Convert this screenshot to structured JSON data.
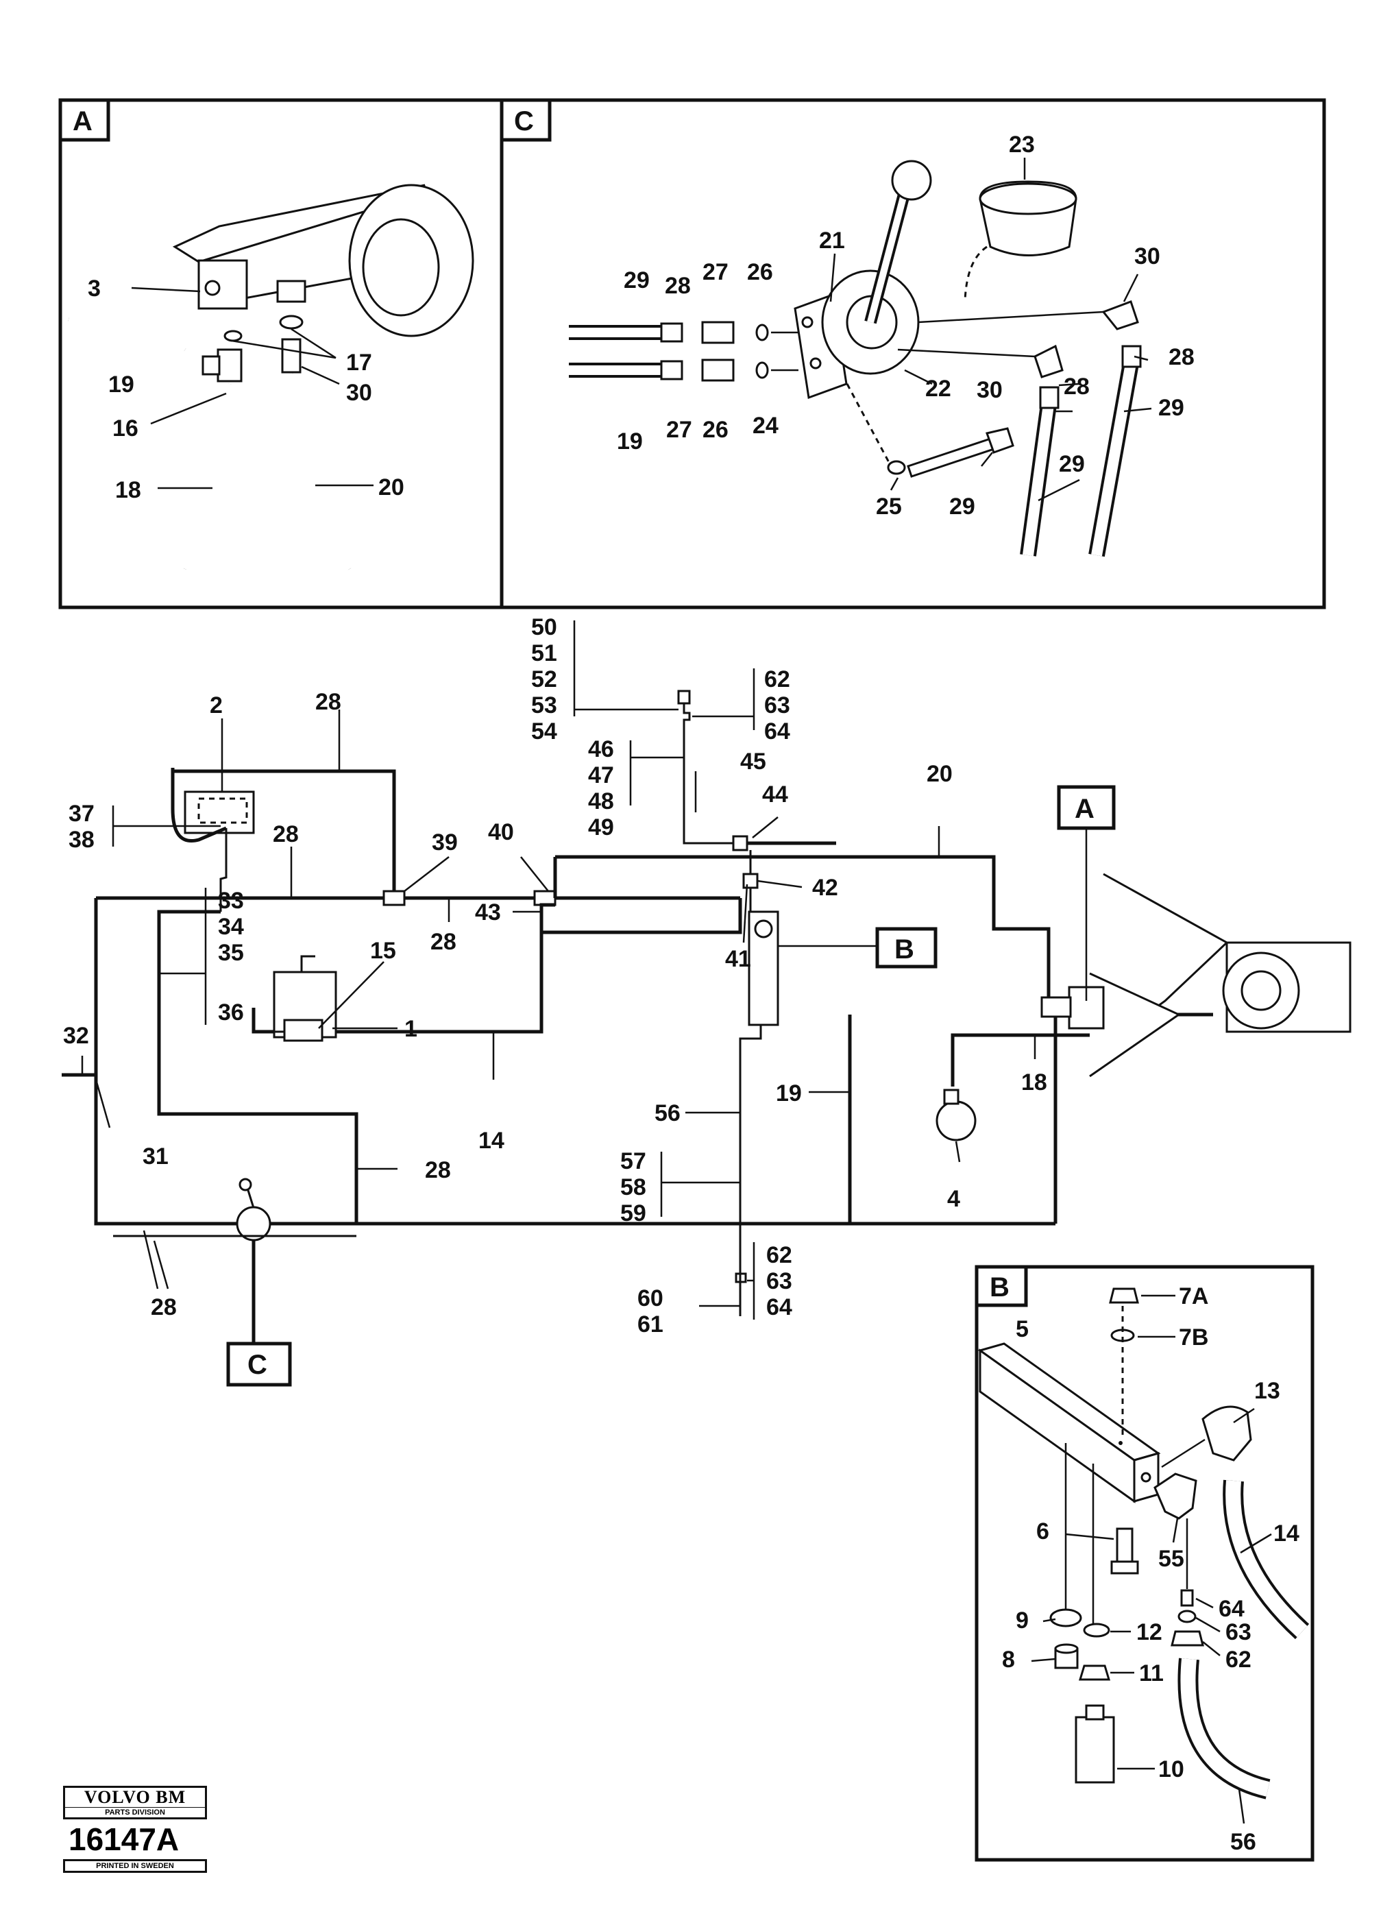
{
  "detail_boxes": {
    "a": "A",
    "b": "B",
    "c": "C"
  },
  "callouts": {
    "a": "A",
    "b": "B",
    "c": "C"
  },
  "labels": {
    "A": [
      "3",
      "19",
      "16",
      "18",
      "17",
      "30",
      "20"
    ],
    "C": [
      "23",
      "21",
      "30",
      "29",
      "28",
      "27",
      "26",
      "28",
      "22",
      "30",
      "28",
      "29",
      "29",
      "19",
      "27",
      "26",
      "24",
      "25",
      "29"
    ],
    "main": [
      "2",
      "28",
      "37",
      "38",
      "28",
      "39",
      "40",
      "50",
      "51",
      "52",
      "53",
      "54",
      "62",
      "63",
      "64",
      "46",
      "47",
      "48",
      "49",
      "45",
      "20",
      "44",
      "42",
      "43",
      "28",
      "41",
      "33",
      "34",
      "35",
      "36",
      "15",
      "1",
      "32",
      "31",
      "14",
      "56",
      "19",
      "18",
      "4",
      "57",
      "58",
      "59",
      "28",
      "28",
      "62",
      "63",
      "64",
      "60",
      "61"
    ],
    "B": [
      "7A",
      "7B",
      "5",
      "13",
      "6",
      "14",
      "55",
      "64",
      "9",
      "12",
      "63",
      "8",
      "62",
      "11",
      "10",
      "56"
    ]
  },
  "logo": {
    "brand": "VOLVO BM",
    "division": "PARTS DIVISION",
    "number": "16147A",
    "printed": "PRINTED IN SWEDEN"
  }
}
